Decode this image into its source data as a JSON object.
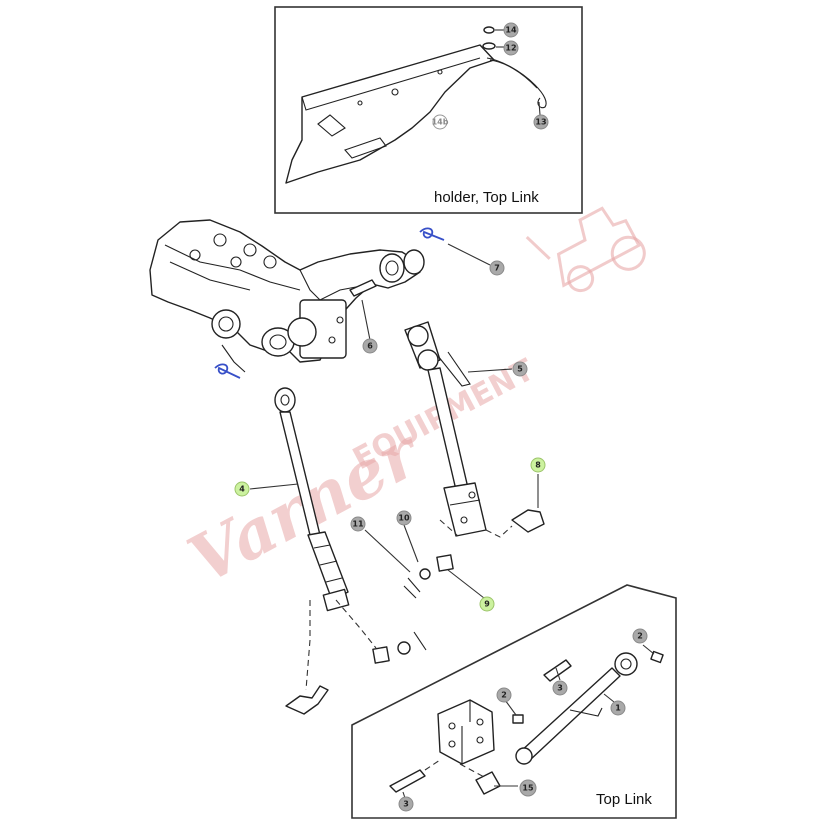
{
  "inset_top": {
    "caption": "holder, Top Link"
  },
  "inset_bottom": {
    "caption": "Top Link"
  },
  "watermark": {
    "text_script": "Varner",
    "text_block": "EQUIPMENT"
  },
  "callouts": [
    {
      "label": "14",
      "highlight": false
    },
    {
      "label": "12",
      "highlight": false
    },
    {
      "label": "13",
      "highlight": false
    },
    {
      "label": "14b",
      "highlight": false
    },
    {
      "label": "7",
      "highlight": false
    },
    {
      "label": "6",
      "highlight": false
    },
    {
      "label": "5",
      "highlight": false
    },
    {
      "label": "4",
      "highlight": true
    },
    {
      "label": "8",
      "highlight": true
    },
    {
      "label": "11",
      "highlight": false
    },
    {
      "label": "10",
      "highlight": false
    },
    {
      "label": "9",
      "highlight": true
    },
    {
      "label": "2",
      "highlight": false
    },
    {
      "label": "3",
      "highlight": false
    },
    {
      "label": "1",
      "highlight": false
    },
    {
      "label": "2",
      "highlight": false
    },
    {
      "label": "3",
      "highlight": false
    },
    {
      "label": "15",
      "highlight": false
    }
  ],
  "colors": {
    "callout": "#a9a9a9",
    "callout_highlight": "#ccf29f",
    "watermark": "#e8a8a8",
    "clip": "#3850c8"
  }
}
